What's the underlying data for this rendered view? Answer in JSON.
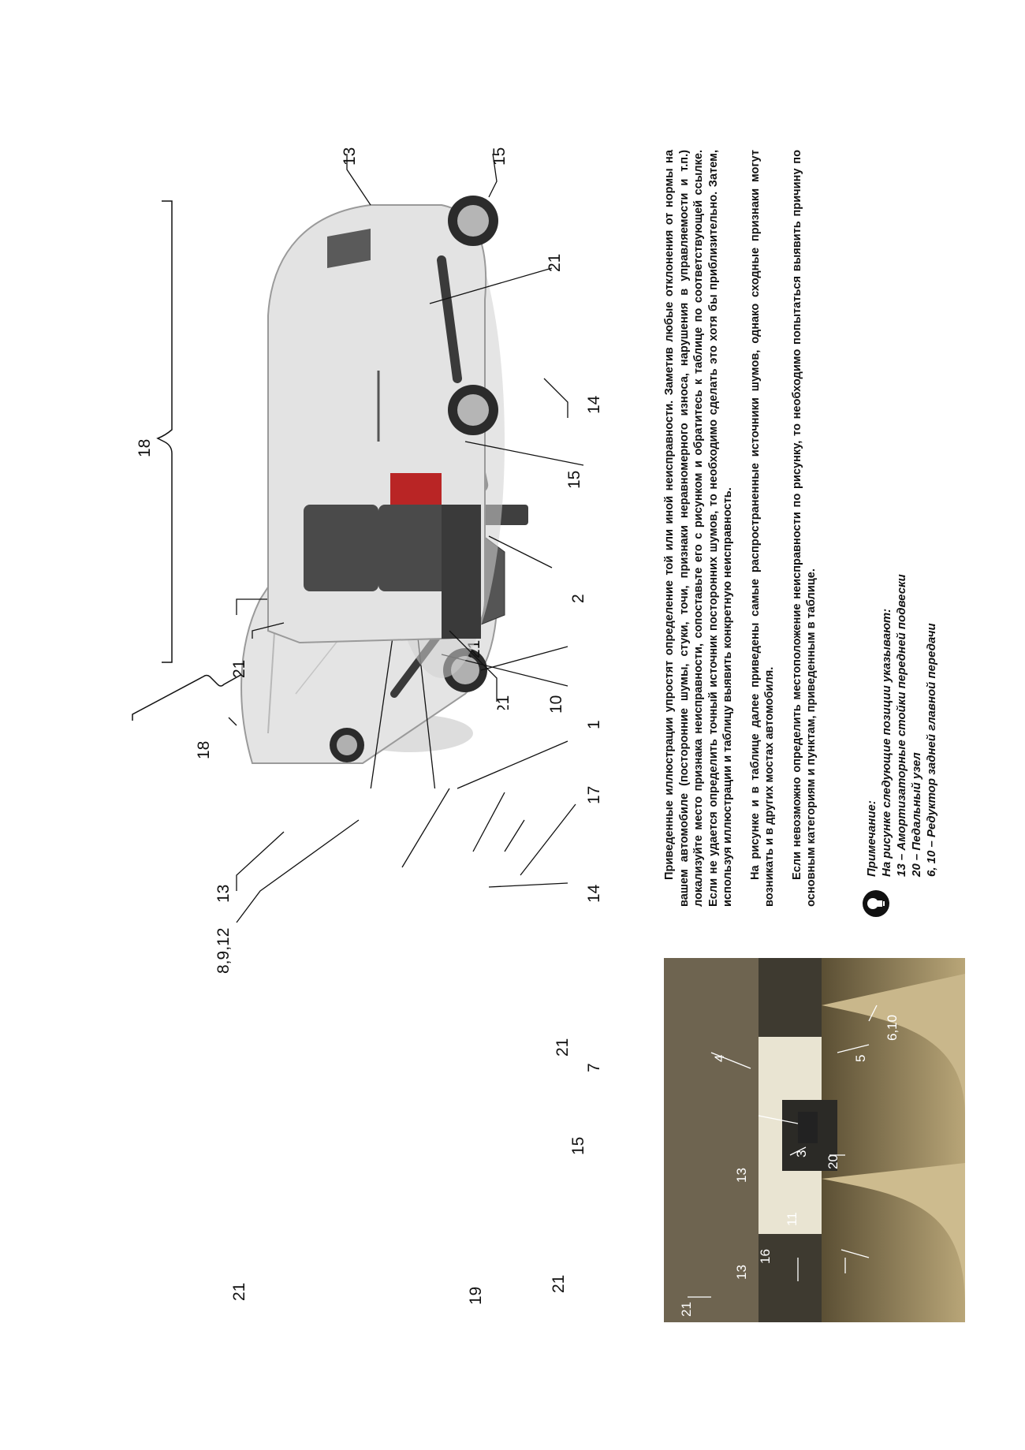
{
  "figures": {
    "front_view": {
      "labels": [
        "18",
        "13",
        "8,9,12",
        "21",
        "21",
        "19",
        "21",
        "15",
        "7",
        "14",
        "17",
        "1",
        "10",
        "21"
      ]
    },
    "rear_view": {
      "labels": [
        "18",
        "13",
        "15",
        "21",
        "14",
        "15",
        "2",
        "21",
        "21"
      ]
    },
    "interior_photo": {
      "labels": [
        "21",
        "13",
        "16",
        "11",
        "13",
        "3",
        "20",
        "4",
        "5",
        "6,10"
      ]
    }
  },
  "text": {
    "paragraphs": [
      "Приведенные иллюстрации упростят определение той или иной неисправности. Заметив любые отклонения от нормы на вашем автомобиле (посторонние шумы, стуки, точи, признаки неравномерного износа, нарушения в управляемости и т.п.) локализуйте место признака неисправности, сопоставьте его с рисунком и обратитесь к таблице по соответствующей ссылке. Если не удается определить точный источник посторонних шумов, то необходимо сделать это хотя бы приблизительно. Затем, используя иллюстрации и таблицу выявить конкретную неисправность.",
      "На рисунке и в таблице далее приведены самые распространенные источники шумов, однако сходные признаки могут возникать и в других мостах автомобиля.",
      "Если невозможно определить местоположение неисправности по рисунку, то необходимо попытаться выявить причину по основным категориям и пунктам, приведенным в таблице."
    ],
    "note": {
      "title": "Примечание:",
      "intro": "На рисунке следующие позиции указывают:",
      "items": [
        "13 – Амортизаторные стойки передней подвески",
        "20 – Педальный узел",
        "6, 10 – Редуктор задней главной передачи"
      ]
    }
  }
}
